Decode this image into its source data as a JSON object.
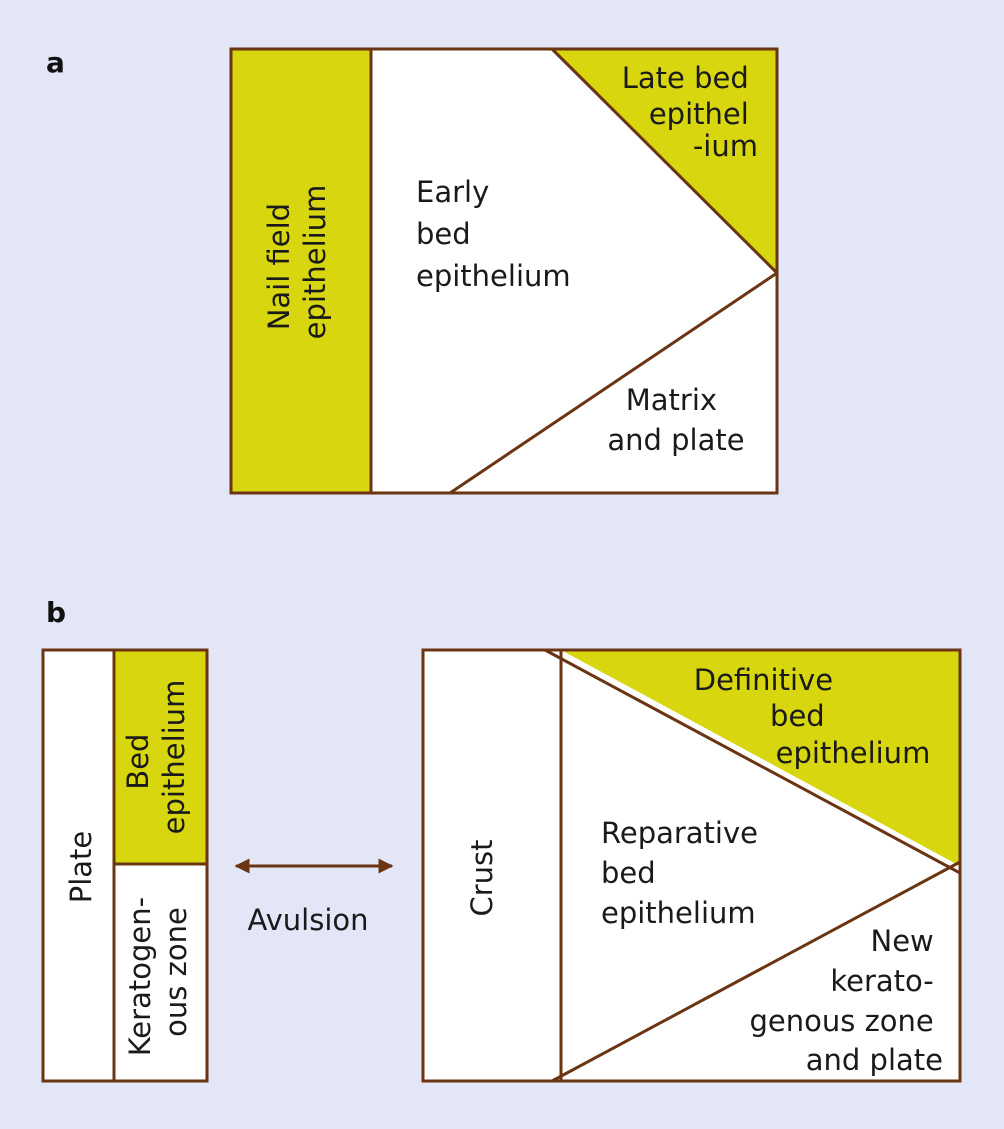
{
  "colors": {
    "background": "#e3e6f7",
    "yellow": "#d8d60e",
    "white": "#ffffff",
    "outline": "#6b3412",
    "arrow": "#6b3412"
  },
  "panel_a": {
    "letter": "a",
    "nail_field": [
      "Nail field",
      "epithelium"
    ],
    "early_bed": [
      "Early",
      "bed",
      "epithelium"
    ],
    "late_bed": [
      "Late bed",
      "epithel",
      "-ium"
    ],
    "matrix": [
      "Matrix",
      "and plate"
    ]
  },
  "panel_b": {
    "letter": "b",
    "plate": "Plate",
    "bed_epithelium": [
      "Bed",
      "epithelium"
    ],
    "keratogenous": [
      "Keratogen-",
      "ous zone"
    ],
    "avulsion": "Avulsion",
    "crust": "Crust",
    "definitive": [
      "Definitive",
      "bed",
      "epithelium"
    ],
    "reparative": [
      "Reparative",
      "bed",
      "epithelium"
    ],
    "new_zone": [
      "New",
      "kerato-",
      "genous zone",
      "and plate"
    ]
  }
}
